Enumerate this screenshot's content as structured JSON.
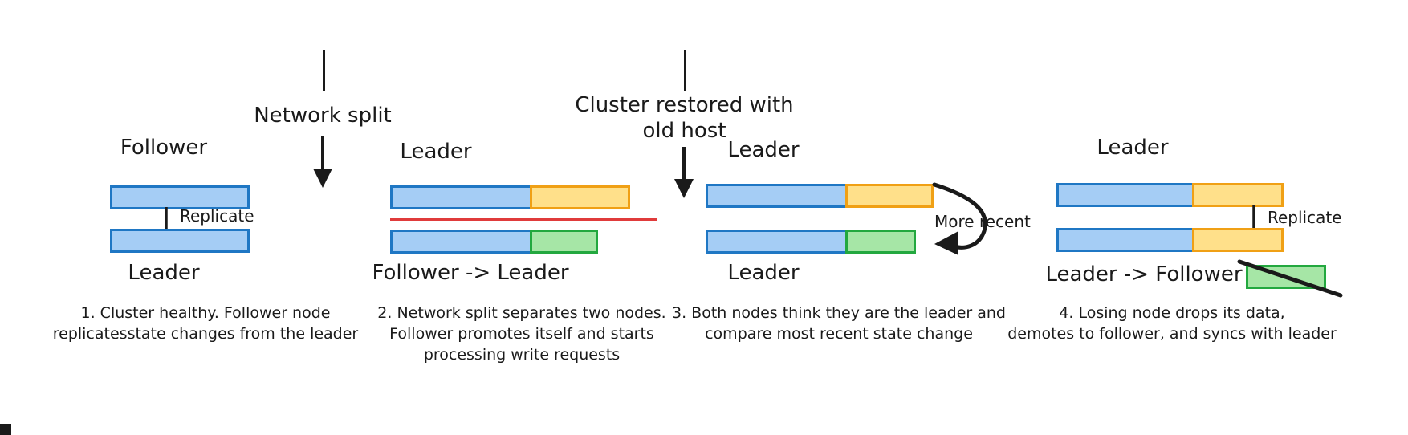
{
  "diagram": {
    "title_alt": "Raft / leader-election split-brain recovery sequence",
    "colors": {
      "blue_fill": "#a5cdf5",
      "blue_stroke": "#1f77c4",
      "amber_fill": "#ffe08a",
      "amber_stroke": "#f0a015",
      "green_fill": "#a6e6a6",
      "green_stroke": "#23a83f",
      "red_divider": "#e03b3b",
      "arrow_black": "#1a1a1a",
      "background": "#ffffff"
    },
    "transitions": [
      {
        "id": "network-split",
        "label": "Network split"
      },
      {
        "id": "cluster-restored",
        "label": "Cluster restored with\nold host",
        "line1": "Cluster restored with",
        "line2": "old host"
      }
    ],
    "panels": [
      {
        "id": "panel-1",
        "top_label": "Follower",
        "bottom_label": "Leader",
        "edge_label": "Replicate",
        "caption_line1": "1. Cluster healthy. Follower node",
        "caption_line2": "replicatesstate changes from the leader",
        "top_bar": [
          {
            "color": "blue",
            "width": 174
          }
        ],
        "bottom_bar": [
          {
            "color": "blue",
            "width": 174
          }
        ]
      },
      {
        "id": "panel-2",
        "top_label": "Leader",
        "bottom_label": "Follower -> Leader",
        "caption_line1": "2. Network split separates two nodes.",
        "caption_line2": "Follower promotes itself and starts",
        "caption_line3": "processing write requests",
        "top_bar": [
          {
            "color": "blue",
            "width": 177
          },
          {
            "color": "amber",
            "width": 125
          }
        ],
        "bottom_bar": [
          {
            "color": "blue",
            "width": 177
          },
          {
            "color": "green",
            "width": 85
          }
        ],
        "divider": "red"
      },
      {
        "id": "panel-3",
        "top_label": "Leader",
        "bottom_label": "Leader",
        "edge_label": "More recent",
        "caption_line1": "3. Both nodes think they are the leader and",
        "caption_line2": "compare most recent state change",
        "top_bar": [
          {
            "color": "blue",
            "width": 177
          },
          {
            "color": "amber",
            "width": 110
          }
        ],
        "bottom_bar": [
          {
            "color": "blue",
            "width": 177
          },
          {
            "color": "green",
            "width": 88
          }
        ]
      },
      {
        "id": "panel-4",
        "top_label": "Leader",
        "bottom_label": "Leader -> Follower",
        "edge_label": "Replicate",
        "caption_line1": "4. Losing node drops its data,",
        "caption_line2": "demotes to follower, and syncs with leader",
        "top_bar": [
          {
            "color": "blue",
            "width": 172
          },
          {
            "color": "amber",
            "width": 114
          }
        ],
        "bottom_bar": [
          {
            "color": "blue",
            "width": 172
          },
          {
            "color": "amber",
            "width": 114
          }
        ],
        "discarded_box": {
          "color": "green",
          "width": 100,
          "struck_through": true
        }
      }
    ]
  }
}
